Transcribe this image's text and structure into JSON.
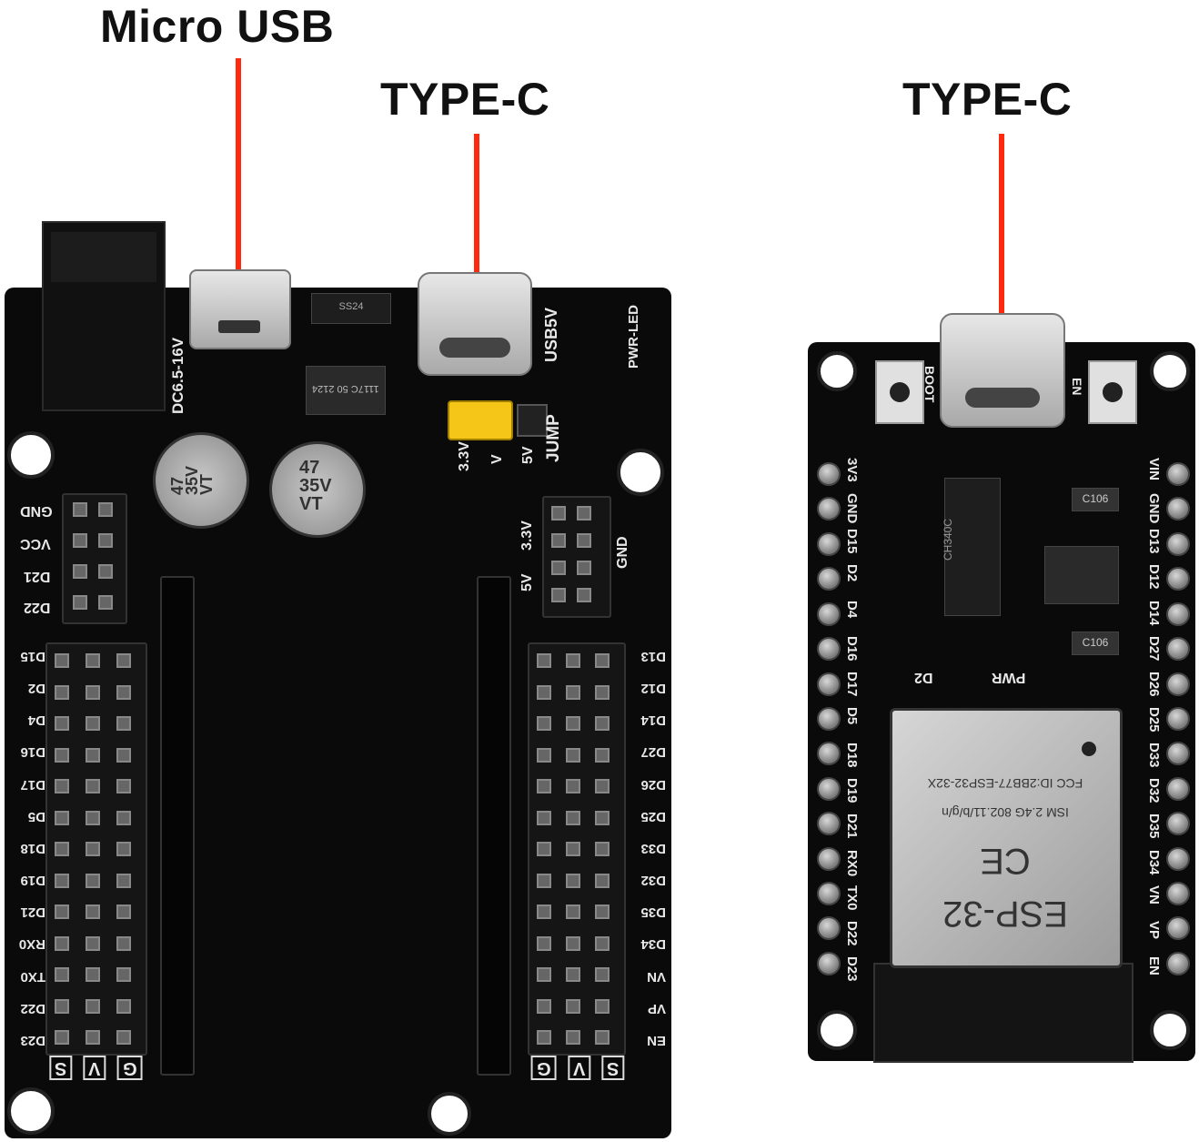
{
  "callouts": {
    "micro_usb": "Micro USB",
    "type_c_left": "TYPE-C",
    "type_c_right": "TYPE-C"
  },
  "colors": {
    "callout_line": "#ff2a0e",
    "pcb": "#0a0a0a",
    "silkscreen": "#e8e8e8",
    "jumper": "#f5c518",
    "module_shield": "#bdbdbd"
  },
  "expansion_board": {
    "dc_jack_label": "DC6.5-16V",
    "usb5v_label": "USB5V",
    "pwr_led_label": "PWR-LED",
    "jump_label": "JUMP",
    "jumper_options": [
      "3.3V",
      "V",
      "5V"
    ],
    "cap_text": [
      "47",
      "35V",
      "VT"
    ],
    "regulator_text": "1117C 50 2124",
    "diode_text": "SS24",
    "power_header_labels": [
      "3.3V",
      "5V",
      "GND"
    ],
    "aux_header_labels": [
      "GND",
      "VCC",
      "D21",
      "D22"
    ],
    "left_pin_labels": [
      "D15",
      "D2",
      "D4",
      "D16",
      "D17",
      "D5",
      "D18",
      "D19",
      "D21",
      "RX0",
      "TX0",
      "D22",
      "D23"
    ],
    "right_pin_labels": [
      "D13",
      "D12",
      "D14",
      "D27",
      "D26",
      "D25",
      "D33",
      "D32",
      "D35",
      "D34",
      "VN",
      "VP",
      "EN"
    ],
    "svg_labels": [
      "S",
      "V",
      "G"
    ]
  },
  "devkit_board": {
    "boot_label": "BOOT",
    "en_label": "EN",
    "left_pin_labels": [
      "3V3",
      "GND",
      "D15",
      "D2",
      "D4",
      "D16",
      "D17",
      "D5",
      "D18",
      "D19",
      "D21",
      "RX0",
      "TX0",
      "D22",
      "D23"
    ],
    "right_pin_labels": [
      "VIN",
      "GND",
      "D13",
      "D12",
      "D14",
      "D27",
      "D26",
      "D25",
      "D33",
      "D32",
      "D35",
      "D34",
      "VN",
      "VP",
      "EN"
    ],
    "usb_chip": "CH340C",
    "cap_labels": [
      "C106",
      "C106"
    ],
    "led_labels": [
      "D2",
      "PWR"
    ],
    "module": {
      "fcc": "FCC ID:2BB77-ESP32-32X",
      "ism": "ISM  2.4G  802.11/b/g/n",
      "ce": "CE",
      "name": "ESP-32"
    }
  }
}
